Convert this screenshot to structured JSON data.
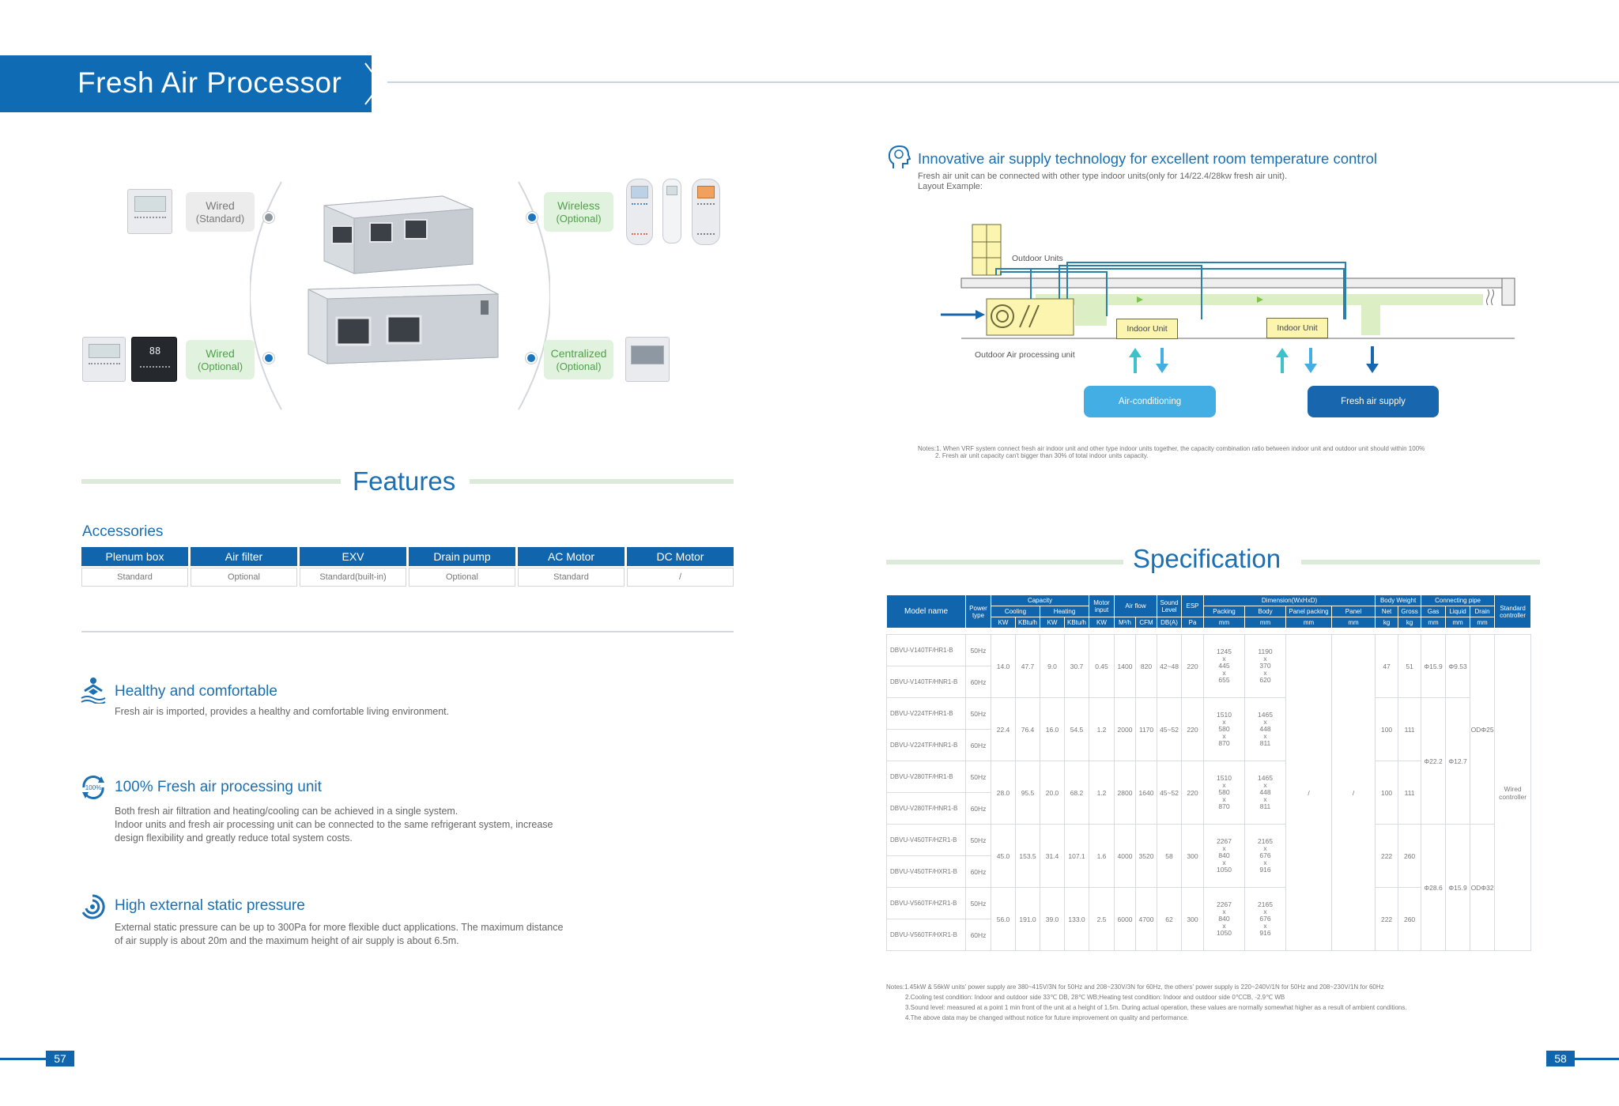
{
  "header": {
    "title": "Fresh Air Processor"
  },
  "products": {
    "controllers": {
      "wired_standard": {
        "name": "Wired",
        "sub": "(Standard)"
      },
      "wireless_optional": {
        "name": "Wireless",
        "sub": "(Optional)"
      },
      "wired_optional": {
        "name": "Wired",
        "sub": "(Optional)"
      },
      "centralized_optional": {
        "name": "Centralized",
        "sub": "(Optional)"
      }
    }
  },
  "features": {
    "title": "Features",
    "accessories_label": "Accessories",
    "accessories": [
      {
        "name": "Plenum box",
        "value": "Standard"
      },
      {
        "name": "Air filter",
        "value": "Optional"
      },
      {
        "name": "EXV",
        "value": "Standard(built-in)"
      },
      {
        "name": "Drain pump",
        "value": "Optional"
      },
      {
        "name": "AC Motor",
        "value": "Standard"
      },
      {
        "name": "DC Motor",
        "value": "/"
      }
    ],
    "items": [
      {
        "title": "Healthy and comfortable",
        "text": [
          "Fresh air is imported, provides a healthy and comfortable living environment."
        ]
      },
      {
        "title": "100% Fresh air processing unit",
        "icon_text": "100%",
        "text": [
          "Both fresh air filtration and heating/cooling can be achieved in a single system.",
          "Indoor units and fresh air processing unit can be connected to the same refrigerant system, increase",
          "design flexibility and greatly reduce total system costs."
        ]
      },
      {
        "title": "High external static pressure",
        "text": [
          "External static pressure can be up to 300Pa for more flexible duct applications. The maximum distance",
          "of air supply is about 20m and the maximum height of air supply is about 6.5m."
        ]
      }
    ]
  },
  "diagram": {
    "title": "Innovative air supply technology for excellent room temperature control",
    "subtitle": [
      "Fresh air unit can be connected with other type indoor units(only for 14/22.4/28kw fresh air unit).",
      "Layout Example:"
    ],
    "outdoor_units": "Outdoor Units",
    "indoor_unit_1": "Indoor Unit",
    "indoor_unit_2": "Indoor Unit",
    "processing_unit": "Outdoor Air processing unit",
    "btn_ac": "Air-conditioning",
    "btn_fresh": "Fresh air supply",
    "notes": [
      "Notes:1. When VRF system connect fresh air indoor unit and other type indoor units together, the capacity combination ratio between indoor unit and outdoor unit should within 100%",
      "2. Fresh air unit capacity can't bigger than 30% of total indoor units capacity."
    ]
  },
  "spec": {
    "title": "Specification",
    "head": {
      "model": "Model name",
      "power": "Power type",
      "capacity": "Capacity",
      "cooling": "Cooling",
      "heating": "Heating",
      "motor": "Motor input",
      "airflow": "Air flow",
      "sound": "Sound Level",
      "esp": "ESP",
      "dimension": "Dimension(WxHxD)",
      "packing": "Packing",
      "body": "Body",
      "panel_packing": "Panel packing",
      "panel": "Panel",
      "weight": "Body Weight",
      "net": "Net",
      "gross": "Gross",
      "pipe": "Connecting pipe",
      "gas": "Gas",
      "liquid": "Liquid",
      "drain": "Drain",
      "controller": "Standard controller",
      "u_kw": "KW",
      "u_kbtu": "KBtu/h",
      "u_kw2": "KW",
      "u_kbtu2": "KBtu/h",
      "u_kw3": "KW",
      "u_m3h": "M³/h",
      "u_cfm": "CFM",
      "u_db": "DB(A)",
      "u_pa": "Pa",
      "u_mm1": "mm",
      "u_mm2": "mm",
      "u_mm3": "mm",
      "u_mm4": "mm",
      "u_kg1": "kg",
      "u_kg2": "kg",
      "u_mm5": "mm",
      "u_mm6": "mm",
      "u_mm7": "mm"
    },
    "groups": [
      {
        "models": [
          "DBVU-V140TF/HR1-B",
          "DBVU-V140TF/HNR1-B"
        ],
        "power": [
          "50Hz",
          "60Hz"
        ],
        "cool_kw": "14.0",
        "cool_kbtu": "47.7",
        "heat_kw": "9.0",
        "heat_kbtu": "30.7",
        "motor": "0.45",
        "m3h": "1400",
        "cfm": "820",
        "db": "42~48",
        "pa": "220",
        "packing": [
          "1245",
          "x",
          "445",
          "x",
          "655"
        ],
        "body": [
          "1190",
          "x",
          "370",
          "x",
          "620"
        ],
        "net": "47",
        "gross": "51",
        "gas": "Φ15.9",
        "liquid": "Φ9.53"
      },
      {
        "models": [
          "DBVU-V224TF/HR1-B",
          "DBVU-V224TF/HNR1-B"
        ],
        "power": [
          "50Hz",
          "60Hz"
        ],
        "cool_kw": "22.4",
        "cool_kbtu": "76.4",
        "heat_kw": "16.0",
        "heat_kbtu": "54.5",
        "motor": "1.2",
        "m3h": "2000",
        "cfm": "1170",
        "db": "45~52",
        "pa": "220",
        "packing": [
          "1510",
          "x",
          "580",
          "x",
          "870"
        ],
        "body": [
          "1465",
          "x",
          "448",
          "x",
          "811"
        ],
        "net": "100",
        "gross": "111",
        "gas": "",
        "liquid": ""
      },
      {
        "models": [
          "DBVU-V280TF/HR1-B",
          "DBVU-V280TF/HNR1-B"
        ],
        "power": [
          "50Hz",
          "60Hz"
        ],
        "cool_kw": "28.0",
        "cool_kbtu": "95.5",
        "heat_kw": "20.0",
        "heat_kbtu": "68.2",
        "motor": "1.2",
        "m3h": "2800",
        "cfm": "1640",
        "db": "45~52",
        "pa": "220",
        "packing": [
          "1510",
          "x",
          "580",
          "x",
          "870"
        ],
        "body": [
          "1465",
          "x",
          "448",
          "x",
          "811"
        ],
        "net": "100",
        "gross": "111",
        "gas": "Φ22.2",
        "liquid": "Φ12.7"
      },
      {
        "models": [
          "DBVU-V450TF/HZR1-B",
          "DBVU-V450TF/HXR1-B"
        ],
        "power": [
          "50Hz",
          "60Hz"
        ],
        "cool_kw": "45.0",
        "cool_kbtu": "153.5",
        "heat_kw": "31.4",
        "heat_kbtu": "107.1",
        "motor": "1.6",
        "m3h": "4000",
        "cfm": "3520",
        "db": "58",
        "pa": "300",
        "packing": [
          "2267",
          "x",
          "840",
          "x",
          "1050"
        ],
        "body": [
          "2165",
          "x",
          "676",
          "x",
          "916"
        ],
        "net": "222",
        "gross": "260",
        "gas": "",
        "liquid": ""
      },
      {
        "models": [
          "DBVU-V560TF/HZR1-B",
          "DBVU-V560TF/HXR1-B"
        ],
        "power": [
          "50Hz",
          "60Hz"
        ],
        "cool_kw": "56.0",
        "cool_kbtu": "191.0",
        "heat_kw": "39.0",
        "heat_kbtu": "133.0",
        "motor": "2.5",
        "m3h": "6000",
        "cfm": "4700",
        "db": "62",
        "pa": "300",
        "packing": [
          "2267",
          "x",
          "840",
          "x",
          "1050"
        ],
        "body": [
          "2165",
          "x",
          "676",
          "x",
          "916"
        ],
        "net": "222",
        "gross": "260",
        "gas": "Φ28.6",
        "liquid": "Φ15.9"
      }
    ],
    "panel_packing": "/",
    "panel": "/",
    "drain_a": "ODΦ25",
    "drain_b": "ODΦ32",
    "controller_value": "Wired controller",
    "notes": [
      "Notes:1.45kW & 56kW units' power supply are 380~415V/3N for 50Hz and 208~230V/3N for 60Hz, the others' power supply is 220~240V/1N for 50Hz and 208~230V/1N for 60Hz",
      "2.Cooling test condition: Indoor and outdoor side 33℃ DB, 28℃ WB;Heating test condition: Indoor and outdoor side 0℃CB, -2.9℃ WB",
      "3.Sound level: measured at a point 1 min front of the unit at a height of 1.5m. During actual operation, these values are normally somewhat higher as a result of ambient conditions.",
      "4.The above data may be changed without notice for future improvement on quality and performance."
    ]
  },
  "footer": {
    "page_left": "57",
    "page_right": "58"
  },
  "colors": {
    "brand_blue": "#1065ad",
    "accent_green": "#4fa149",
    "light_blue": "#42aee3"
  }
}
